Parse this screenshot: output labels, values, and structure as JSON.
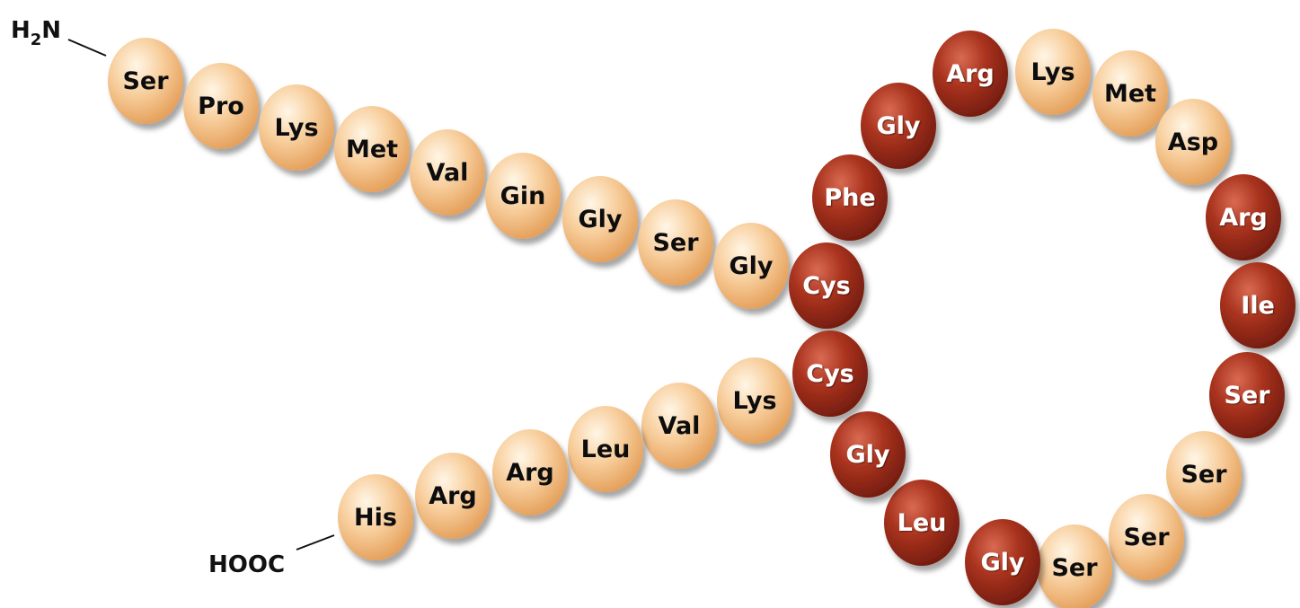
{
  "termini": {
    "n_prefix": "H",
    "n_sub": "2",
    "n_suffix": "N",
    "c_label": "HOOC"
  },
  "colors": {
    "light_bead": "#f5c48f",
    "light_text": "#111111",
    "dark_bead": "#a2301c",
    "dark_text": "#ffffff",
    "line": "#111111"
  },
  "residues": [
    {
      "name": "Ser",
      "tone": "light"
    },
    {
      "name": "Pro",
      "tone": "light"
    },
    {
      "name": "Lys",
      "tone": "light"
    },
    {
      "name": "Met",
      "tone": "light"
    },
    {
      "name": "Val",
      "tone": "light"
    },
    {
      "name": "Gin",
      "tone": "light"
    },
    {
      "name": "Gly",
      "tone": "light"
    },
    {
      "name": "Ser",
      "tone": "light"
    },
    {
      "name": "Gly",
      "tone": "light"
    },
    {
      "name": "Cys",
      "tone": "dark"
    },
    {
      "name": "Phe",
      "tone": "dark"
    },
    {
      "name": "Gly",
      "tone": "dark"
    },
    {
      "name": "Arg",
      "tone": "dark"
    },
    {
      "name": "Lys",
      "tone": "light"
    },
    {
      "name": "Met",
      "tone": "light"
    },
    {
      "name": "Asp",
      "tone": "light"
    },
    {
      "name": "Arg",
      "tone": "dark"
    },
    {
      "name": "Ile",
      "tone": "dark"
    },
    {
      "name": "Ser",
      "tone": "dark"
    },
    {
      "name": "Ser",
      "tone": "light"
    },
    {
      "name": "Ser",
      "tone": "light"
    },
    {
      "name": "Ser",
      "tone": "light"
    },
    {
      "name": "Gly",
      "tone": "dark"
    },
    {
      "name": "Leu",
      "tone": "dark"
    },
    {
      "name": "Gly",
      "tone": "dark"
    },
    {
      "name": "Cys",
      "tone": "dark"
    },
    {
      "name": "Lys",
      "tone": "light"
    },
    {
      "name": "Val",
      "tone": "light"
    },
    {
      "name": "Leu",
      "tone": "light"
    },
    {
      "name": "Arg",
      "tone": "light"
    },
    {
      "name": "Arg",
      "tone": "light"
    },
    {
      "name": "His",
      "tone": "light"
    }
  ]
}
